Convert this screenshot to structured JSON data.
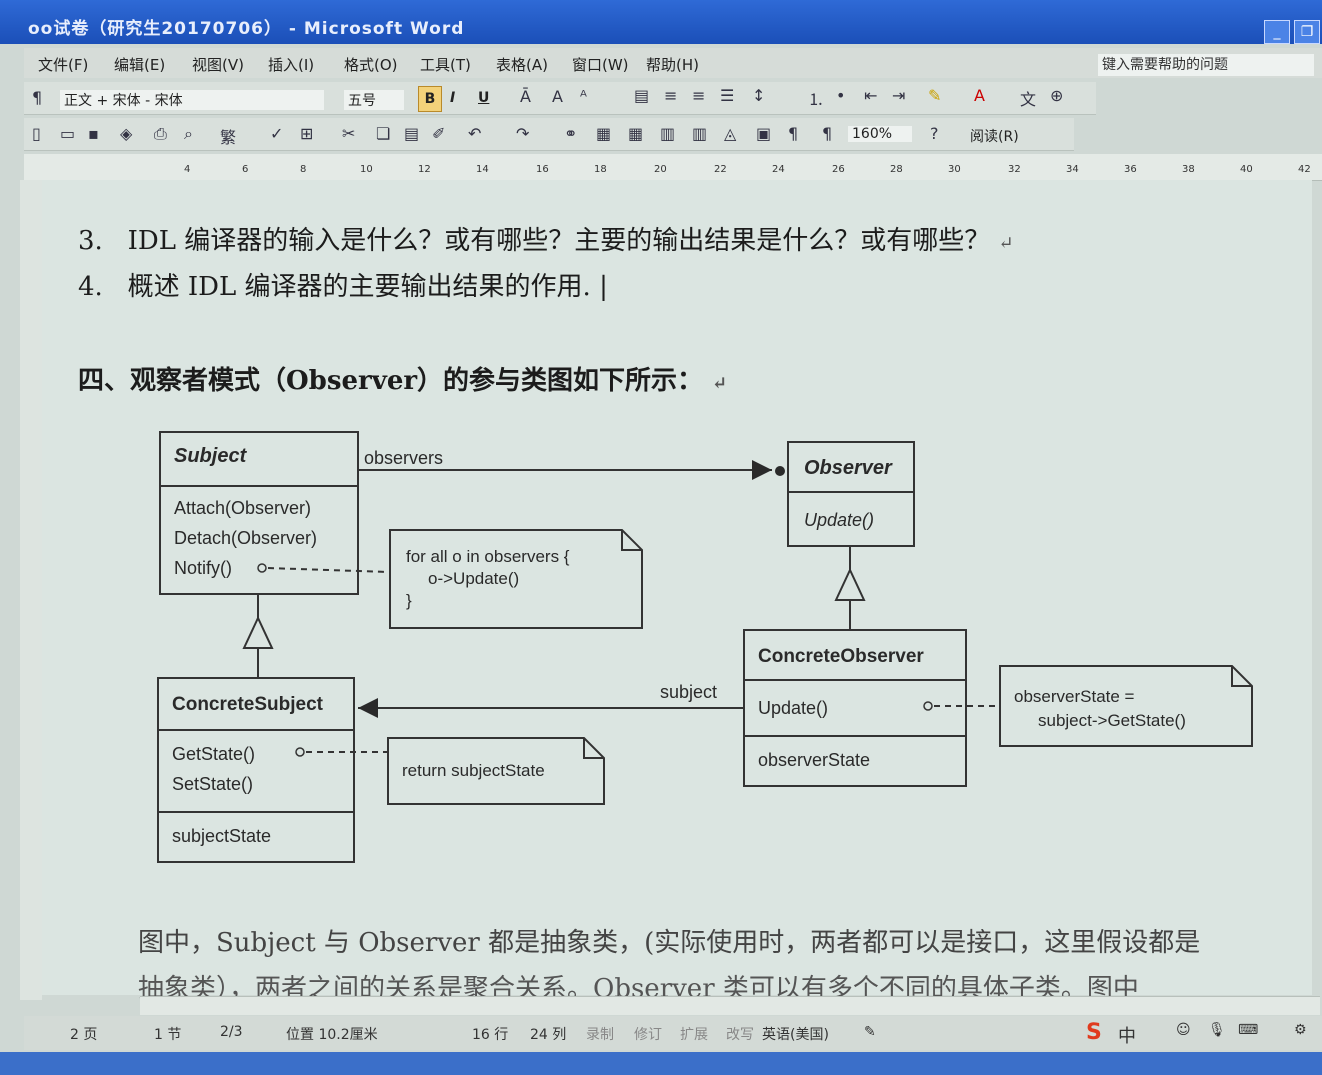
{
  "window": {
    "title": "oo试卷（研究生20170706） - Microsoft Word",
    "minimize": "_",
    "restore": "❐"
  },
  "menu": [
    "文件(F)",
    "编辑(E)",
    "视图(V)",
    "插入(I)",
    "格式(O)",
    "工具(T)",
    "表格(A)",
    "窗口(W)",
    "帮助(H)"
  ],
  "help_box": "键入需要帮助的问题",
  "toolbar1": {
    "style": "正文 + 宋体 - 宋体",
    "size": "五号",
    "bold": "B",
    "italic": "I",
    "underline": "U"
  },
  "toolbar2": {
    "zoom": "160%",
    "read": "阅读(R)"
  },
  "ruler_ticks": [
    "4",
    "6",
    "8",
    "10",
    "12",
    "14",
    "16",
    "18",
    "20",
    "22",
    "24",
    "26",
    "28",
    "30",
    "32",
    "34",
    "36",
    "38",
    "40",
    "42"
  ],
  "doc": {
    "item3_num": "3.",
    "item3": "IDL 编译器的输入是什么？或有哪些？主要的输出结果是什么？或有哪些？",
    "item4_num": "4.",
    "item4": "概述 IDL 编译器的主要输出结果的作用.",
    "section_heading": "四、观察者模式（Observer）的参与类图如下所示：",
    "para_line1": "图中，Subject 与 Observer 都是抽象类，(实际使用时，两者都可以是接口，这里假设都是",
    "para_line2": "抽象类），两者之间的关系是聚合关系。Observer 类可以有多个不同的具体子类。图中"
  },
  "uml": {
    "subject": {
      "name": "Subject",
      "ops": [
        "Attach(Observer)",
        "Detach(Observer)",
        "Notify()"
      ]
    },
    "observer": {
      "name": "Observer",
      "ops": [
        "Update()"
      ]
    },
    "concrete_subject": {
      "name": "ConcreteSubject",
      "ops": [
        "GetState()",
        "SetState()"
      ],
      "attrs": [
        "subjectState"
      ]
    },
    "concrete_observer": {
      "name": "ConcreteObserver",
      "ops": [
        "Update()"
      ],
      "attrs": [
        "observerState"
      ]
    },
    "assoc_observers": "observers",
    "assoc_subject": "subject",
    "note_notify": [
      "for all o in observers {",
      "o->Update()",
      "}"
    ],
    "note_getstate": "return subjectState",
    "note_update": [
      "observerState =",
      "subject->GetState()"
    ]
  },
  "status": {
    "page": "2 页",
    "section": "1 节",
    "pages": "2/3",
    "position": "位置 10.2厘米",
    "line": "16 行",
    "col": "24 列",
    "rec": "录制",
    "trk": "修订",
    "ext": "扩展",
    "ovr": "改写",
    "lang": "英语(美国)"
  },
  "ime": "中"
}
